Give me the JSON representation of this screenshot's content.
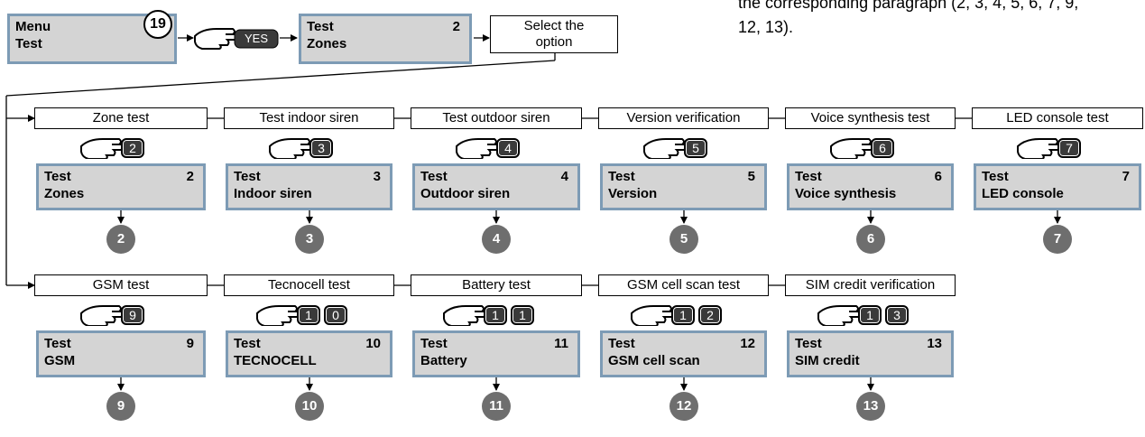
{
  "note": {
    "line1": "the corresponding paragraph (2, 3, 4, 5, 6, 7, 9,",
    "line2": "12, 13)."
  },
  "flow": {
    "menu_line1": "Menu",
    "menu_line2": "Test",
    "menu_badge": "19",
    "yes_key": "YES",
    "test_zones_line1": "Test",
    "test_zones_line2": "Zones",
    "test_zones_num": "2",
    "select_label_line1": "Select the",
    "select_label_line2": "option"
  },
  "options": [
    {
      "label": "Zone test",
      "keys": [
        "2"
      ],
      "lcd_line1": "Test",
      "lcd_num": "2",
      "lcd_line2": "Zones",
      "badge": "2"
    },
    {
      "label": "Test indoor siren",
      "keys": [
        "3"
      ],
      "lcd_line1": "Test",
      "lcd_num": "3",
      "lcd_line2": "Indoor siren",
      "badge": "3"
    },
    {
      "label": "Test outdoor siren",
      "keys": [
        "4"
      ],
      "lcd_line1": "Test",
      "lcd_num": "4",
      "lcd_line2": "Outdoor siren",
      "badge": "4"
    },
    {
      "label": "Version verification",
      "keys": [
        "5"
      ],
      "lcd_line1": "Test",
      "lcd_num": "5",
      "lcd_line2": "Version",
      "badge": "5"
    },
    {
      "label": "Voice synthesis test",
      "keys": [
        "6"
      ],
      "lcd_line1": "Test",
      "lcd_num": "6",
      "lcd_line2": "Voice synthesis",
      "badge": "6"
    },
    {
      "label": "LED console test",
      "keys": [
        "7"
      ],
      "lcd_line1": "Test",
      "lcd_num": "7",
      "lcd_line2": "LED console",
      "badge": "7"
    },
    {
      "label": "GSM test",
      "keys": [
        "9"
      ],
      "lcd_line1": "Test",
      "lcd_num": "9",
      "lcd_line2": "GSM",
      "badge": "9"
    },
    {
      "label": "Tecnocell test",
      "keys": [
        "1",
        "0"
      ],
      "lcd_line1": "Test",
      "lcd_num": "10",
      "lcd_line2": "TECNOCELL",
      "badge": "10"
    },
    {
      "label": "Battery test",
      "keys": [
        "1",
        "1"
      ],
      "lcd_line1": "Test",
      "lcd_num": "11",
      "lcd_line2": "Battery",
      "badge": "11"
    },
    {
      "label": "GSM cell scan test",
      "keys": [
        "1",
        "2"
      ],
      "lcd_line1": "Test",
      "lcd_num": "12",
      "lcd_line2": "GSM cell scan",
      "badge": "12"
    },
    {
      "label": "SIM credit verification",
      "keys": [
        "1",
        "3"
      ],
      "lcd_line1": "Test",
      "lcd_num": "13",
      "lcd_line2": "SIM credit",
      "badge": "13"
    }
  ],
  "colors": {
    "lcd_bg": "#d4d4d4",
    "lcd_border": "#7d9bb5",
    "badge_bg": "#6e6e6e",
    "key_bg": "#3a3a3a"
  }
}
